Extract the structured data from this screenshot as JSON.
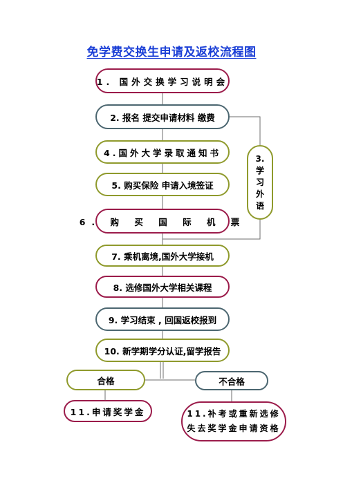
{
  "title": "免学费交换生申请及返校流程图",
  "colors": {
    "title": "#1b3fd6",
    "border_red": "#9b1b4a",
    "border_olive": "#8f9a2c",
    "border_slate": "#4b6670",
    "connector": "#6e6e6e"
  },
  "steps": {
    "s1": "1. 国外交换学习说明会",
    "s2": "2. 报名 提交申请材料 缴费",
    "s4": "4.国外大学录取通知书",
    "s5": "5. 购买保险 申请入境签证",
    "s6": "6. 购 买 国 际 机 票",
    "s7": "7. 乘机离境,国外大学接机",
    "s8": "8. 选修国外大学相关课程",
    "s9": "9. 学习结束 , 回国返校报到",
    "s10": "10. 新学期学分认证,留学报告"
  },
  "side": {
    "lines": [
      "3.",
      "学",
      "习",
      "外",
      "语"
    ]
  },
  "outcomes": {
    "pass": "合格",
    "fail": "不合格",
    "pass_result": "11.申请奖学金",
    "fail_result_lines": [
      "11.补考或重新选修",
      "失去奖学金申请资格"
    ]
  }
}
